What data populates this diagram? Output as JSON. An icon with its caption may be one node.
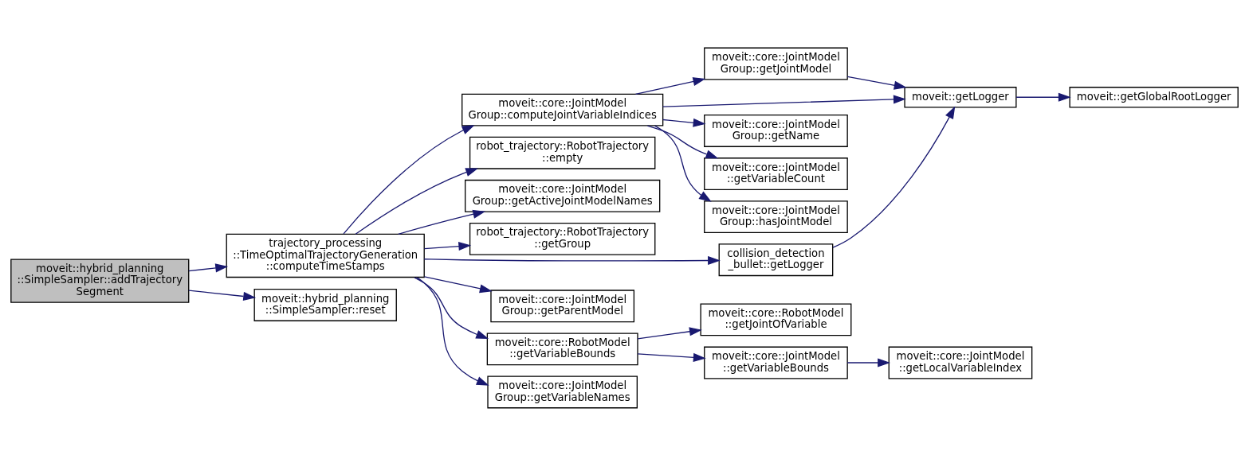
{
  "diagram": {
    "nodes": [
      {
        "text": [
          "moveit::hybrid_planning ::SimpleSampler::addTrajectory Segment"
        ]
      },
      {
        "text": [
          "trajectory_processing ::TimeOptimalTrajectoryGeneration ::computeTimeStamps"
        ]
      },
      {
        "text": [
          "moveit::hybrid_planning ::SimpleSampler::reset"
        ]
      },
      {
        "text": [
          "moveit::core::JointModel Group::computeJointVariableIndices"
        ]
      },
      {
        "text": [
          "robot_trajectory::RobotTrajectory ::empty"
        ]
      },
      {
        "text": [
          "moveit::core::JointModel Group::getActiveJointModelNames"
        ]
      },
      {
        "text": [
          "robot_trajectory::RobotTrajectory ::getGroup"
        ]
      },
      {
        "text": [
          "collision_detection _bullet::getLogger"
        ]
      },
      {
        "text": [
          "moveit::core::JointModel Group::getParentModel"
        ]
      },
      {
        "text": [
          "moveit::core::RobotModel ::getVariableBounds"
        ]
      },
      {
        "text": [
          "moveit::core::JointModel Group::getVariableNames"
        ]
      },
      {
        "text": [
          "moveit::core::JointModel Group::getJointModel"
        ]
      },
      {
        "text": [
          "moveit::getLogger"
        ]
      },
      {
        "text": [
          "moveit::core::JointModel Group::getName"
        ]
      },
      {
        "text": [
          "moveit::core::JointModel ::getVariableCount"
        ]
      },
      {
        "text": [
          "moveit::core::JointModel Group::hasJointModel"
        ]
      },
      {
        "text": [
          "moveit::core::RobotModel ::getJointOfVariable"
        ]
      },
      {
        "text": [
          "moveit::core::JointModel ::getVariableBounds"
        ]
      },
      {
        "text": [
          "moveit::getGlobalRootLogger"
        ]
      },
      {
        "text": [
          "moveit::core::JointModel ::getLocalVariableIndex"
        ]
      }
    ],
    "edges": [
      {
        "from": 0,
        "to": 1,
        "arrow": "to"
      },
      {
        "from": 0,
        "to": 2,
        "arrow": "to"
      },
      {
        "from": 1,
        "to": 3,
        "arrow": "to"
      },
      {
        "from": 1,
        "to": 4,
        "arrow": "to"
      },
      {
        "from": 1,
        "to": 5,
        "arrow": "to"
      },
      {
        "from": 1,
        "to": 6,
        "arrow": "to"
      },
      {
        "from": 1,
        "to": 7,
        "arrow": "to"
      },
      {
        "from": 1,
        "to": 8,
        "arrow": "to"
      },
      {
        "from": 1,
        "to": 9,
        "arrow": "to"
      },
      {
        "from": 1,
        "to": 10,
        "arrow": "to"
      },
      {
        "from": 3,
        "to": 11,
        "arrow": "to"
      },
      {
        "from": 3,
        "to": 12,
        "arrow": "to"
      },
      {
        "from": 3,
        "to": 13,
        "arrow": "to"
      },
      {
        "from": 3,
        "to": 14,
        "arrow": "to"
      },
      {
        "from": 3,
        "to": 15,
        "arrow": "to"
      },
      {
        "from": 11,
        "to": 12,
        "arrow": "to"
      },
      {
        "from": 12,
        "to": 18,
        "arrow": "to"
      },
      {
        "from": 7,
        "to": 12,
        "arrow": "to"
      },
      {
        "from": 9,
        "to": 16,
        "arrow": "to"
      },
      {
        "from": 9,
        "to": 17,
        "arrow": "to"
      },
      {
        "from": 17,
        "to": 19,
        "arrow": "to"
      }
    ]
  }
}
